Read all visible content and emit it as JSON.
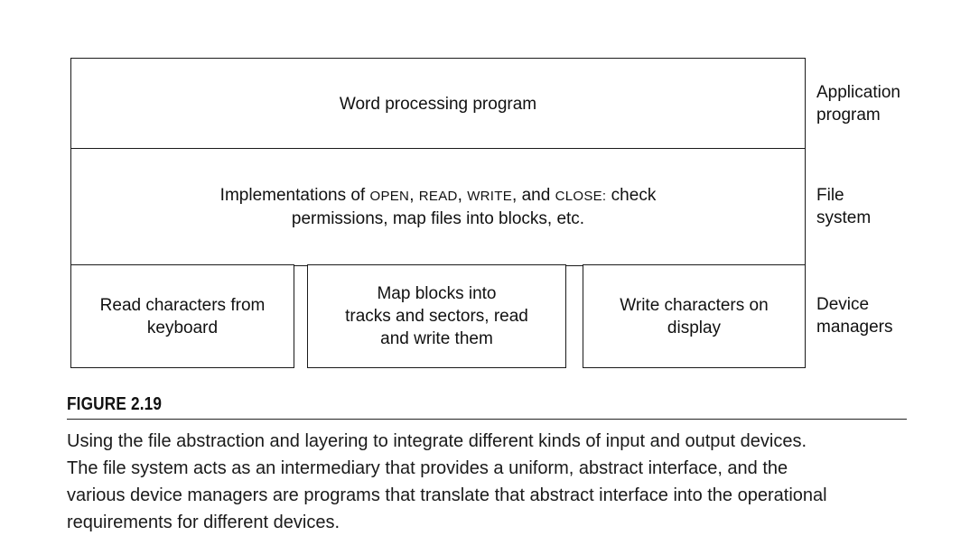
{
  "diagram": {
    "application_layer": {
      "box_text": "Word processing program",
      "side_label_line1": "Application",
      "side_label_line2": "program"
    },
    "file_system_layer": {
      "text_prefix": "Implementations of ",
      "op_open": "OPEN",
      "sep1": ", ",
      "op_read": "READ",
      "sep2": ", ",
      "op_write": "WRITE",
      "sep3": ", and ",
      "op_close": "CLOSE:",
      "text_suffix": " check",
      "line2": "permissions, map files into blocks, etc.",
      "side_label_line1": "File",
      "side_label_line2": "system"
    },
    "device_layer": {
      "keyboard_line1": "Read characters from",
      "keyboard_line2": "keyboard",
      "disk_line1": "Map blocks into",
      "disk_line2": "tracks and sectors, read",
      "disk_line3": "and write them",
      "display_line1": "Write characters on",
      "display_line2": "display",
      "side_label_line1": "Device",
      "side_label_line2": "managers"
    }
  },
  "figure": {
    "number": "FIGURE 2.19",
    "caption_line1": "Using the file abstraction and layering to integrate different kinds of input and output devices.",
    "caption_line2": "The file system acts as an intermediary that provides a uniform, abstract interface, and the",
    "caption_line3": "various device managers are programs that translate that abstract interface into the operational",
    "caption_line4": "requirements for different devices."
  }
}
